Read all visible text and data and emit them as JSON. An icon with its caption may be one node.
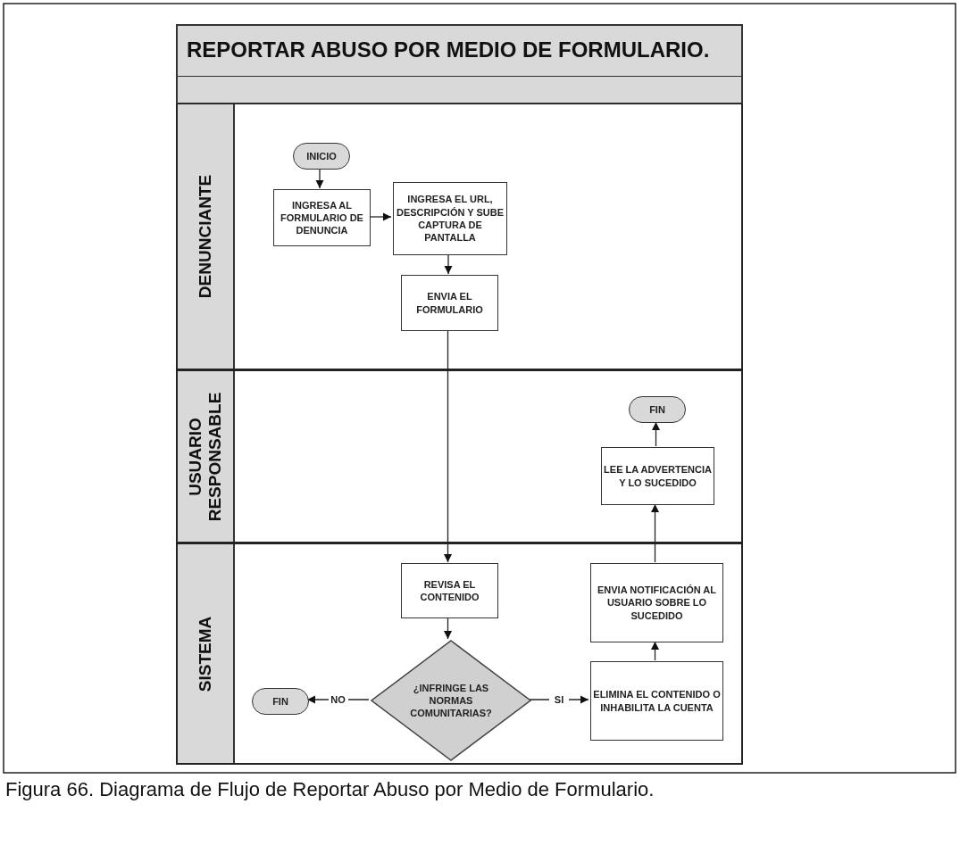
{
  "diagram": {
    "title": "REPORTAR ABUSO POR MEDIO DE FORMULARIO.",
    "caption": "Figura 66. Diagrama de Flujo de Reportar Abuso por Medio de Formulario.",
    "nodes": [
      {
        "text": [
          "DENUNCIANTE"
        ]
      },
      {
        "text": [
          "USUARIO RESPONSABLE"
        ]
      },
      {
        "text": [
          "SISTEMA"
        ]
      },
      {
        "text": [
          "INICIO"
        ],
        "in": 0
      },
      {
        "text": [
          "INGRESA AL FORMULARIO DE DENUNCIA"
        ],
        "in": 0
      },
      {
        "text": [
          "INGRESA EL URL, DESCRIPCIÓN Y SUBE CAPTURA DE PANTALLA"
        ],
        "in": 0
      },
      {
        "text": [
          "ENVIA EL FORMULARIO"
        ],
        "in": 0
      },
      {
        "text": [
          "FIN"
        ],
        "in": 1
      },
      {
        "text": [
          "LEE LA ADVERTENCIA Y LO SUCEDIDO"
        ],
        "in": 1
      },
      {
        "text": [
          "REVISA EL CONTENIDO"
        ],
        "in": 2
      },
      {
        "text": [
          "ENVIA NOTIFICACIÓN AL USUARIO SOBRE LO SUCEDIDO"
        ],
        "in": 2
      },
      {
        "text": [
          "¿INFRINGE LAS NORMAS COMUNITARIAS?"
        ],
        "in": 2
      },
      {
        "text": [
          "FIN"
        ],
        "in": 2
      },
      {
        "text": [
          "ELIMINA EL CONTENIDO O INHABILITA LA CUENTA"
        ],
        "in": 2
      }
    ],
    "edges": [
      {
        "from": 3,
        "to": 4,
        "arrow": "to"
      },
      {
        "from": 4,
        "to": 5,
        "arrow": "to"
      },
      {
        "from": 5,
        "to": 6,
        "arrow": "to"
      },
      {
        "from": 6,
        "to": 9,
        "arrow": "to"
      },
      {
        "from": 9,
        "to": 11,
        "arrow": "to"
      },
      {
        "from": 11,
        "to": 12,
        "arrow": "to",
        "label": "NO"
      },
      {
        "from": 11,
        "to": 13,
        "arrow": "to",
        "label": "SI"
      },
      {
        "from": 13,
        "to": 10,
        "arrow": "to"
      },
      {
        "from": 10,
        "to": 8,
        "arrow": "to"
      },
      {
        "from": 8,
        "to": 7,
        "arrow": "to"
      }
    ]
  }
}
